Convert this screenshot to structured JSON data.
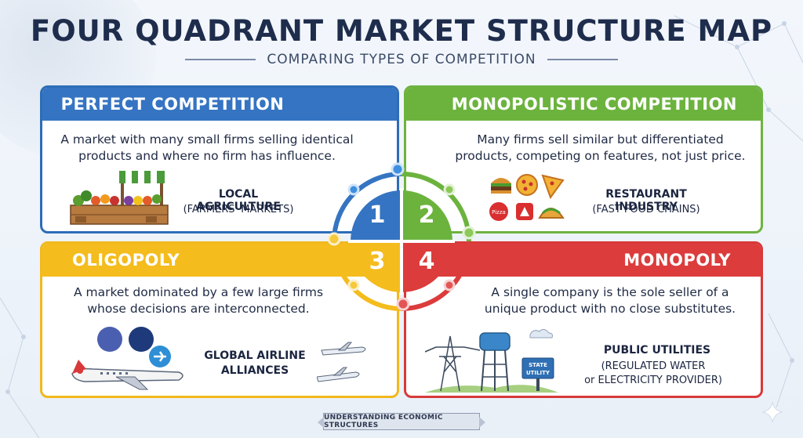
{
  "header": {
    "title": "FOUR QUADRANT MARKET STRUCTURE MAP",
    "subtitle": "COMPARING TYPES OF COMPETITION"
  },
  "quadrants": [
    {
      "number": "1",
      "title": "PERFECT COMPETITION",
      "description_lines": [
        "A market with many small firms selling identical",
        "products and where no firm has influence."
      ],
      "example_title": "LOCAL AGRICULTURE",
      "example_subtitle": "(FARMERS' MARKETS)",
      "color": "#3574c2",
      "illustration": "farmers-market-stall-icon"
    },
    {
      "number": "2",
      "title": "MONOPOLISTIC COMPETITION",
      "description_lines": [
        "Many firms sell similar but differentiated",
        "products, competing on features, not just price."
      ],
      "example_title": "RESTAURANT INDUSTRY",
      "example_subtitle": "(FAST FOOD CHAINS)",
      "color": "#6cb33e",
      "illustration": "fast-food-icons"
    },
    {
      "number": "3",
      "title": "OLIGOPOLY",
      "description_lines": [
        "A market dominated by a few large firms",
        "whose decisions are interconnected."
      ],
      "example_title_lines": [
        "GLOBAL AIRLINE",
        "ALLIANCES"
      ],
      "color": "#f4bc1c",
      "illustration": "airplane-icons"
    },
    {
      "number": "4",
      "title": "MONOPOLY",
      "description_lines": [
        "A single company is the sole seller of a",
        "unique product with no close substitutes."
      ],
      "example_title": "PUBLIC UTILITIES",
      "example_subtitle_lines": [
        "(REGULATED WATER",
        "or ELECTRICITY PROVIDER)"
      ],
      "sign_lines": [
        "STATE",
        "UTILITY"
      ],
      "color": "#dc3c3c",
      "illustration": "utility-tower-icon"
    }
  ],
  "pizza_box_text": "Pizza",
  "footer": "UNDERSTANDING ECONOMIC STRUCTURES"
}
